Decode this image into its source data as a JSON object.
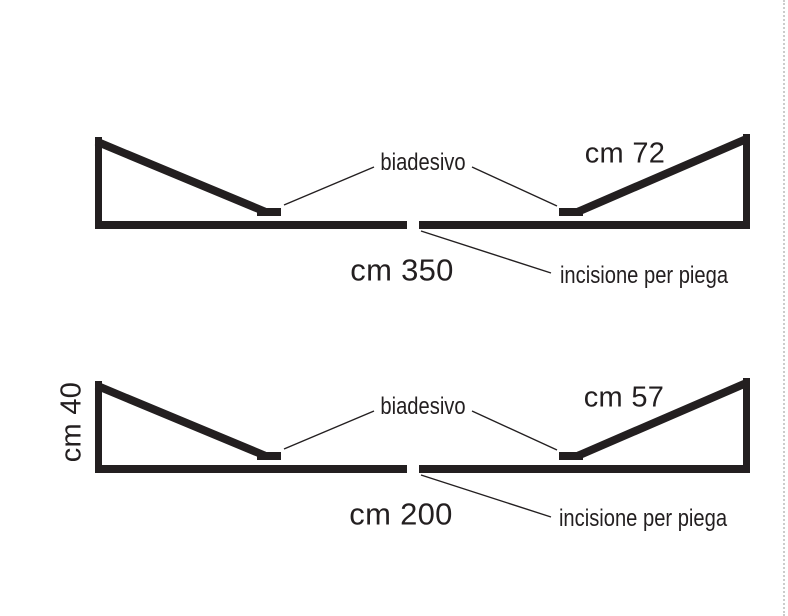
{
  "page": {
    "background_color": "#ffffff",
    "ink_color": "#231f20",
    "edge_dotted_line_color": "#cccccc"
  },
  "diagrams": [
    {
      "id": "long-profile",
      "width_label": "cm 350",
      "slope_label": "cm 72",
      "adhesive_label": "biadesivo",
      "fold_label": "incisione per piega"
    },
    {
      "id": "short-profile",
      "width_label": "cm 200",
      "slope_label": "cm 57",
      "height_label": "cm 40",
      "adhesive_label": "biadesivo",
      "fold_label": "incisione per piega"
    }
  ]
}
